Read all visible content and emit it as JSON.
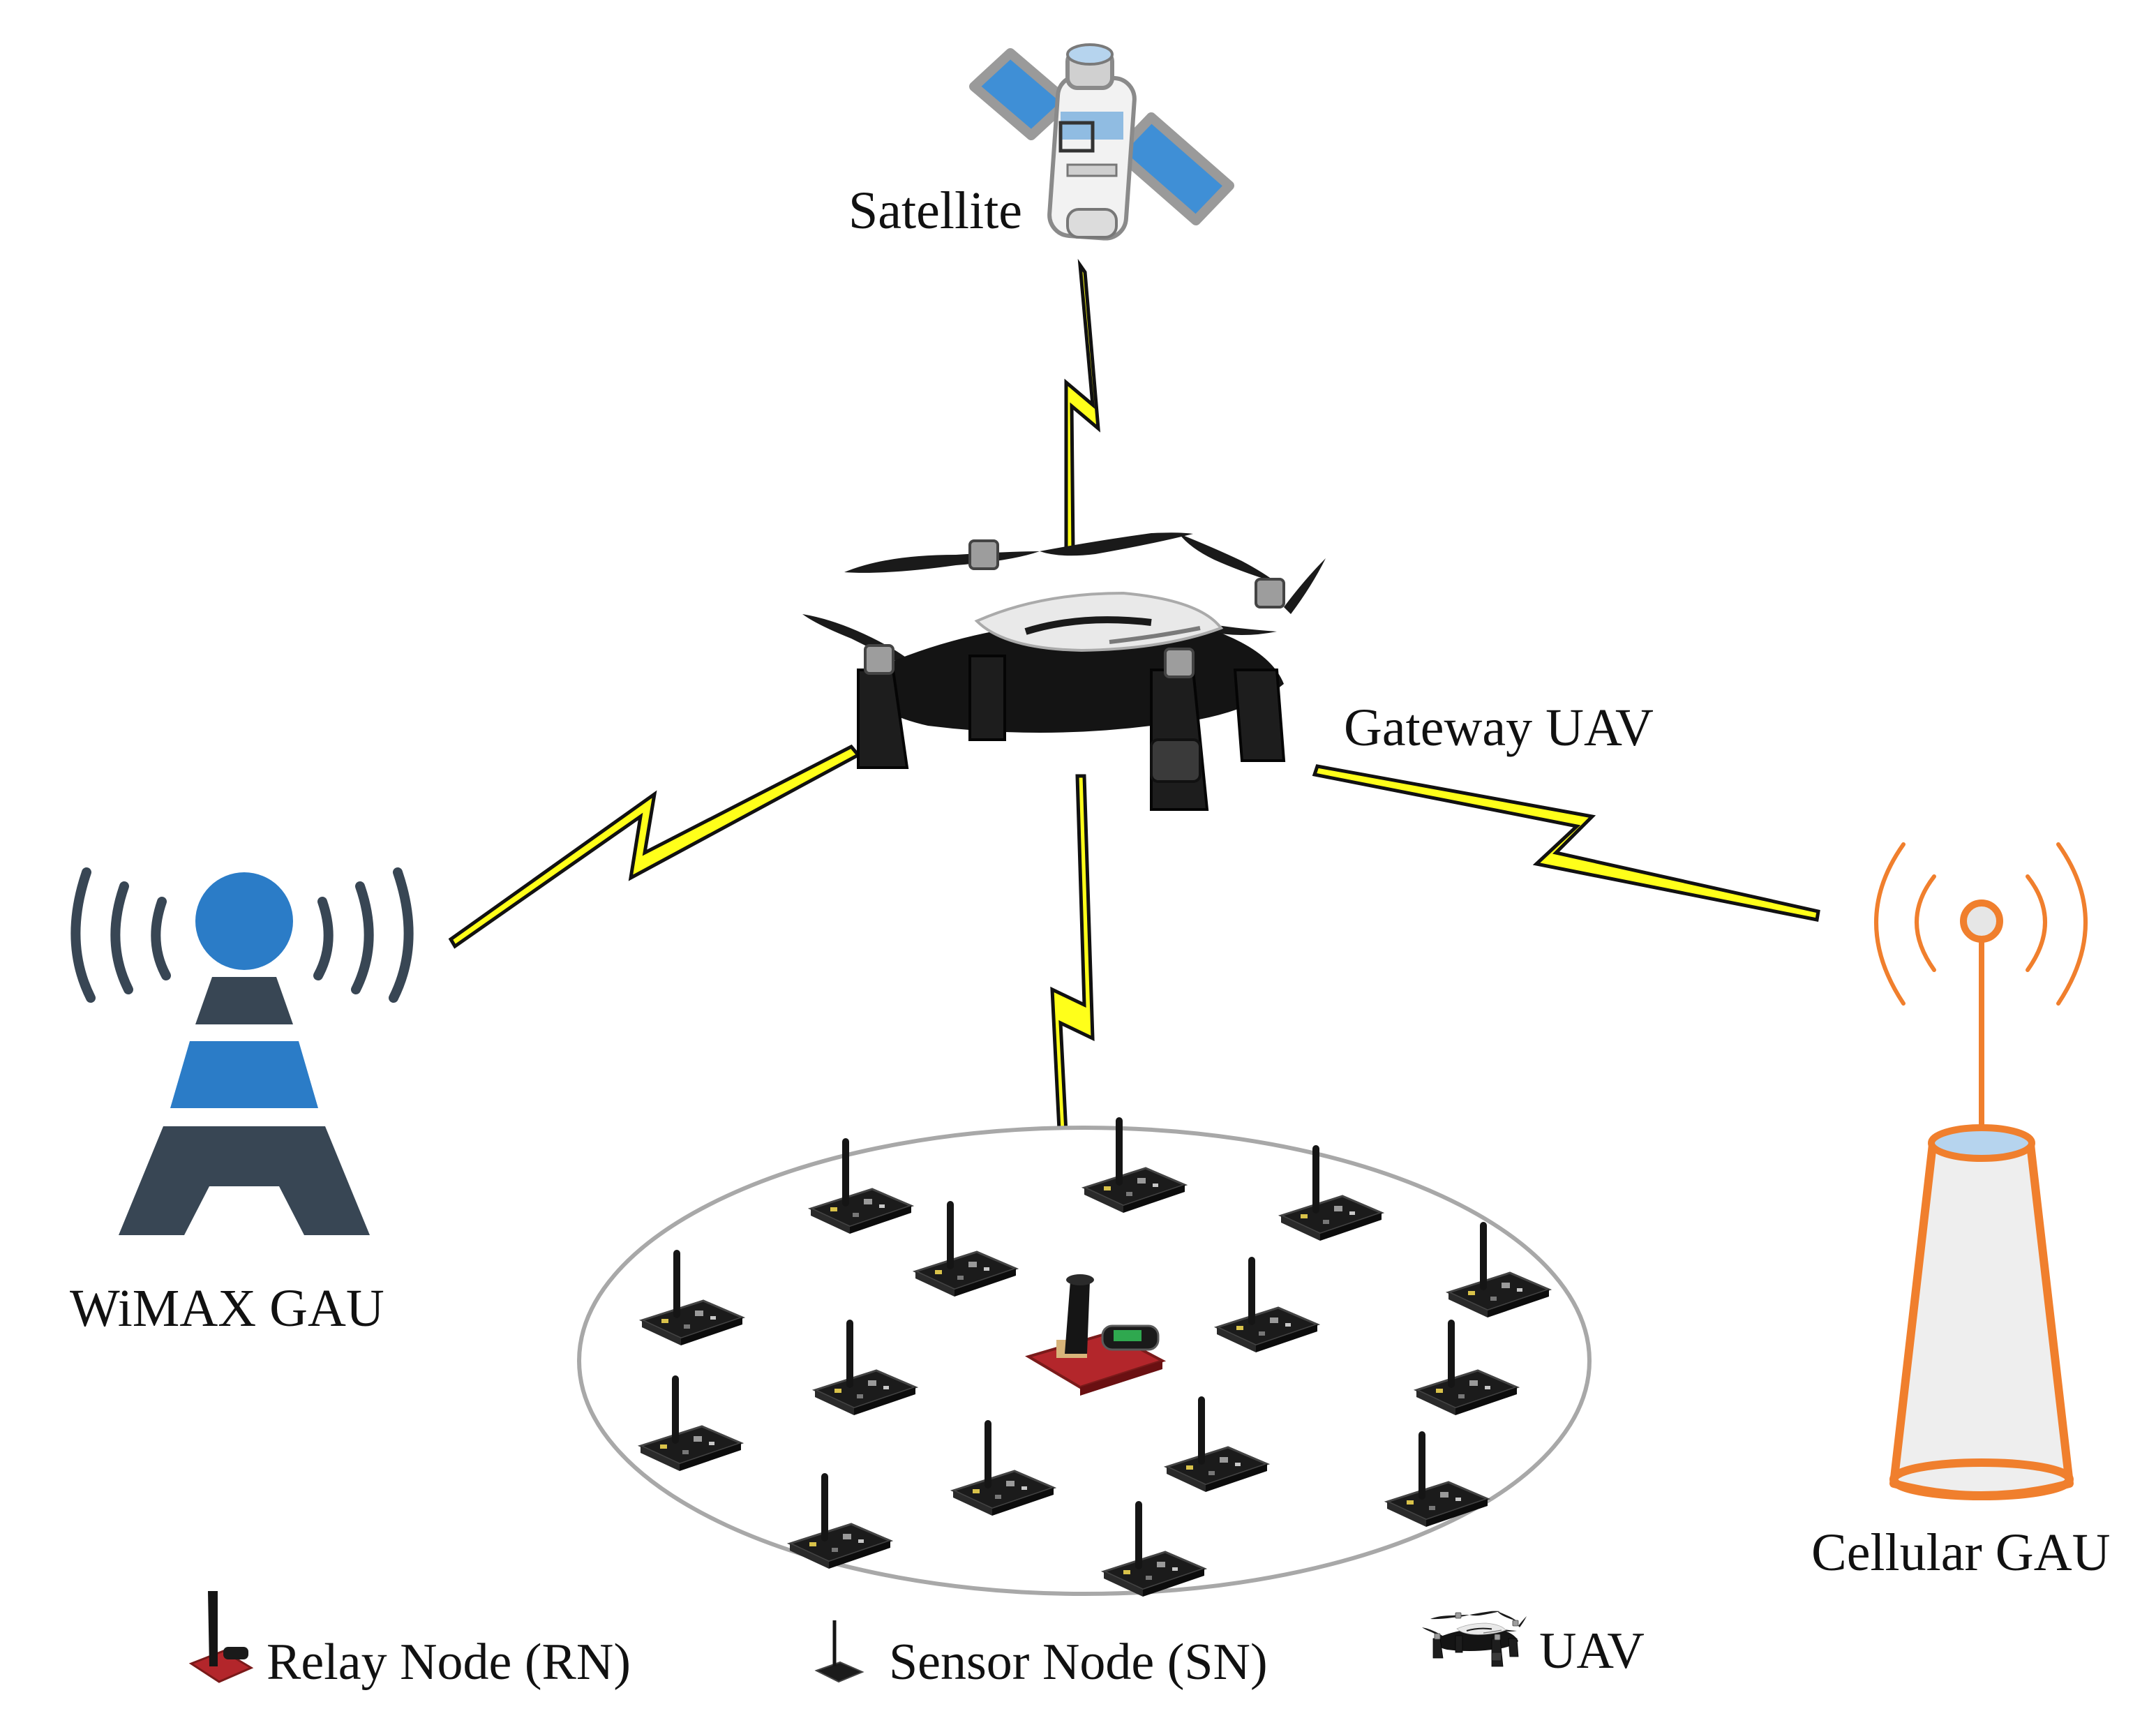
{
  "labels": {
    "satellite": "Satellite",
    "gateway": "Gateway UAV",
    "wimax": "WiMAX GAU",
    "cellular": "Cellular GAU"
  },
  "legend": {
    "relay": "Relay Node (RN)",
    "sensor": "Sensor Node (SN)",
    "uav": "UAV"
  },
  "colors": {
    "link": "#ffff1a",
    "wimax_blue": "#2b7cc7",
    "wimax_dark": "#384654",
    "cellular_orange": "#f07f2d",
    "board": "#1e1e1e",
    "relay_board": "#b3262b",
    "satellite_panel": "#3f8fd6"
  },
  "icons": [
    "satellite-icon",
    "drone-icon",
    "wimax-tower-icon",
    "cellular-tower-icon",
    "sensor-node-icon",
    "relay-node-icon",
    "lightning-link"
  ]
}
